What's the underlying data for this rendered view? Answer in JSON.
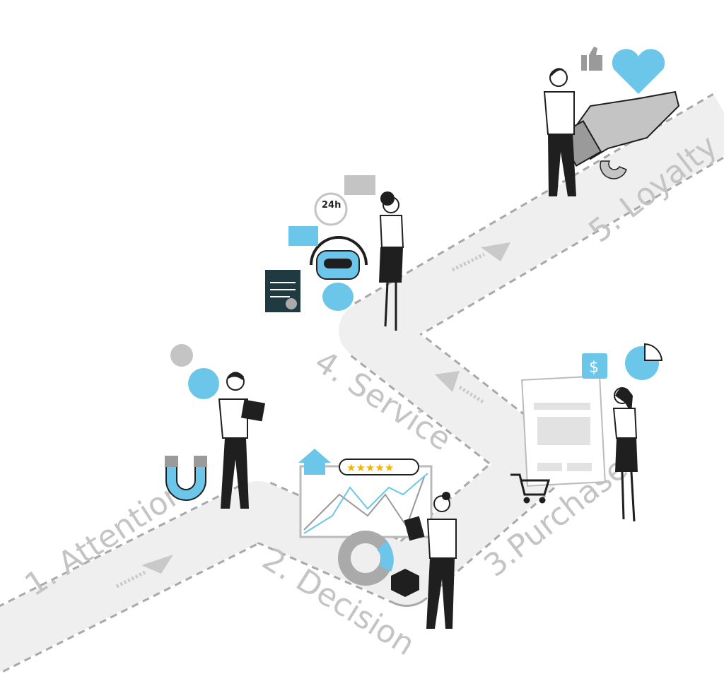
{
  "colors": {
    "accent": "#6cc6ea",
    "road": "#efefef",
    "road_edge": "#a9a9a9",
    "ink": "#1f1f1f",
    "label": "#c4c4c4",
    "star": "#f5b400"
  },
  "stages": [
    {
      "label": "1. Attention",
      "icons": [
        "magnet-icon",
        "twitter-icon",
        "heart-icon"
      ]
    },
    {
      "label": "2. Decision",
      "icons": [
        "home-icon",
        "rating-stars-icon",
        "line-chart-icon",
        "donut-chart-icon",
        "box-icon"
      ]
    },
    {
      "label": "3.Purchase",
      "icons": [
        "dollar-chat-icon",
        "pie-chart-icon",
        "invoice-form-icon",
        "shopping-cart-icon"
      ]
    },
    {
      "label": "4. Service",
      "icons": [
        "chatbot-icon",
        "phone-24h-icon",
        "chat-bubble-icon",
        "notepad-question-icon"
      ]
    },
    {
      "label": "5. Loyalty",
      "icons": [
        "thumbs-up-icon",
        "heart-icon",
        "hand-icon",
        "magnet-icon"
      ]
    }
  ],
  "support_badge": "24h",
  "rating_stars": 5
}
